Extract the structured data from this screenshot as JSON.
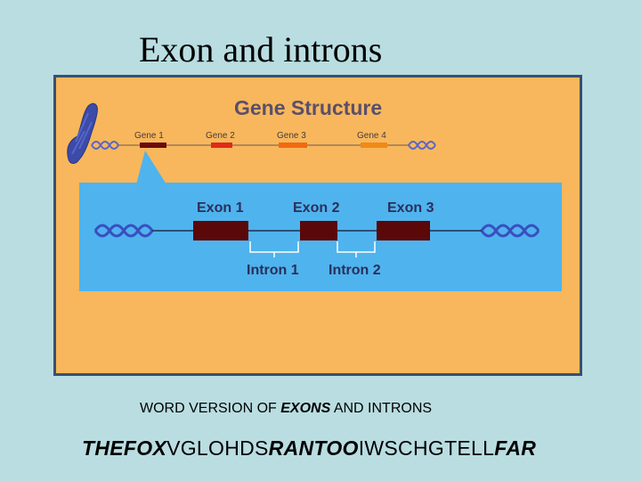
{
  "slide": {
    "title": "Exon and introns"
  },
  "figure": {
    "heading": "Gene Structure",
    "genes": [
      {
        "label": "Gene 1",
        "color": "#6b0b0b"
      },
      {
        "label": "Gene 2",
        "color": "#e02a1a"
      },
      {
        "label": "Gene 3",
        "color": "#f26a10"
      },
      {
        "label": "Gene 4",
        "color": "#f08a18"
      }
    ],
    "exons": [
      "Exon 1",
      "Exon 2",
      "Exon 3"
    ],
    "introns": [
      "Intron 1",
      "Intron 2"
    ],
    "colors": {
      "background": "#f8b75c",
      "zoom_panel": "#4fb3ee",
      "exon": "#5a0808",
      "dna": "#3a4fc0",
      "chromosome": "#3c4aa8"
    }
  },
  "caption": {
    "prefix": "WORD VERSION OF ",
    "emphasis": "EXONS",
    "suffix": " AND INTRONS"
  },
  "sequence": {
    "segments": [
      {
        "text": "THEFOX",
        "type": "exon"
      },
      {
        "text": "VGLOHDS",
        "type": "intron"
      },
      {
        "text": "RANTOO",
        "type": "exon"
      },
      {
        "text": "IWSCHGTELL",
        "type": "intron"
      },
      {
        "text": "FAR",
        "type": "exon"
      }
    ]
  }
}
